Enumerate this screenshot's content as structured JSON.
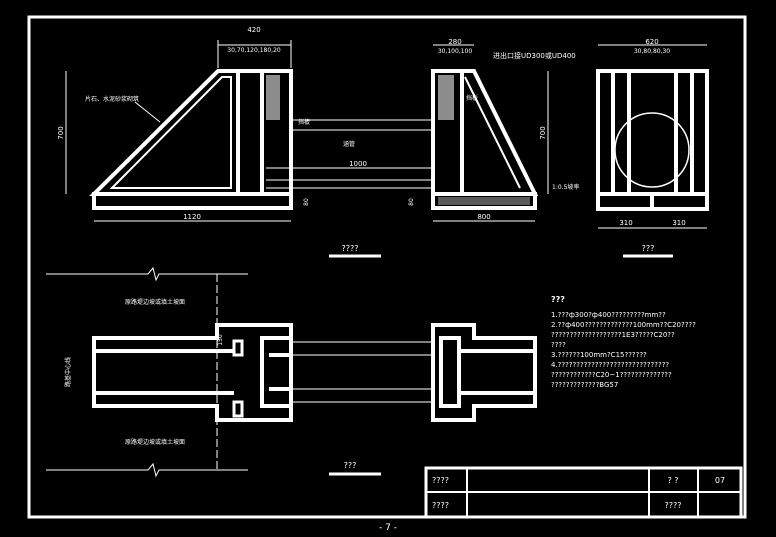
{
  "elevation": {
    "dims": {
      "top_total": "420",
      "top_parts": "30,70,120,180,20",
      "height": "700",
      "inner_length": "1000",
      "base_length": "1120",
      "base_thickness": "80"
    },
    "labels": {
      "rubble": "片石、水泥砂浆砌筑",
      "mortar_plate": "挡板",
      "pipe": "涵管"
    },
    "title": "????"
  },
  "outlet": {
    "dims": {
      "top_total": "280",
      "top_parts": "30,100,100",
      "height": "700",
      "base_length": "800",
      "base_thickness": "80",
      "slope_note": "1:0.5坡率"
    },
    "note": "进出口接UD300或UD400",
    "mortar_plate": "挡板"
  },
  "section": {
    "dims": {
      "top_total": "620",
      "top_parts": "30,80,80,30",
      "bottom_left": "310",
      "bottom_right": "310"
    },
    "title": "???"
  },
  "plan": {
    "top_label": "原路堤边坡或填土坡面",
    "bottom_label": "原路堤边坡或填土坡面",
    "side_label": "路基中心线",
    "dim": "150",
    "title": "???"
  },
  "notes": {
    "heading": "???",
    "items": [
      "1.???ф300?ф400?????????mm??",
      "2.??ф400?????????????100mm??C20????",
      "   ???????????????????1E3?????C20??",
      "   ????",
      "3.??????100mm?C15??????",
      "4.??????????????????????????????",
      "   ????????????C20~1??????????????",
      "   ?????????????BG57"
    ]
  },
  "titleblock": {
    "row1_left": "????",
    "row1_mid": "? ?",
    "row1_num": "07",
    "row2_left": "????",
    "row2_mid": "????"
  },
  "page_number": "- 7 -"
}
